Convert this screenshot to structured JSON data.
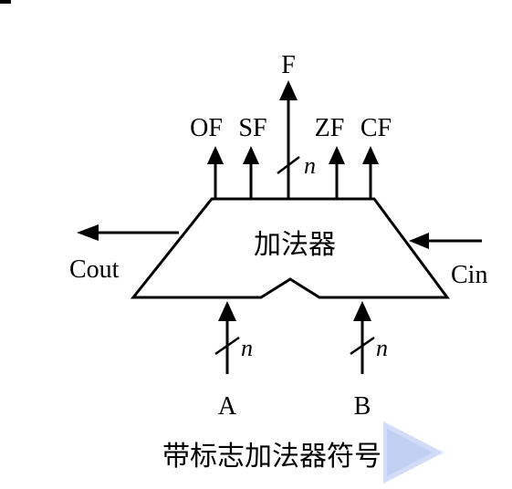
{
  "diagram": {
    "unit_label": "加法器",
    "outputs": {
      "result": "F",
      "flag_of": "OF",
      "flag_sf": "SF",
      "flag_zf": "ZF",
      "flag_cf": "CF"
    },
    "inputs": {
      "a": "A",
      "b": "B",
      "carry_in": "Cin"
    },
    "carry_out": "Cout",
    "bus_width": "n",
    "caption": "带标志加法器符号"
  },
  "colors": {
    "ink": "#000000",
    "background": "#ffffff",
    "play_overlay": "#c9d6f5"
  },
  "icons": {
    "overlay": "play-icon"
  }
}
